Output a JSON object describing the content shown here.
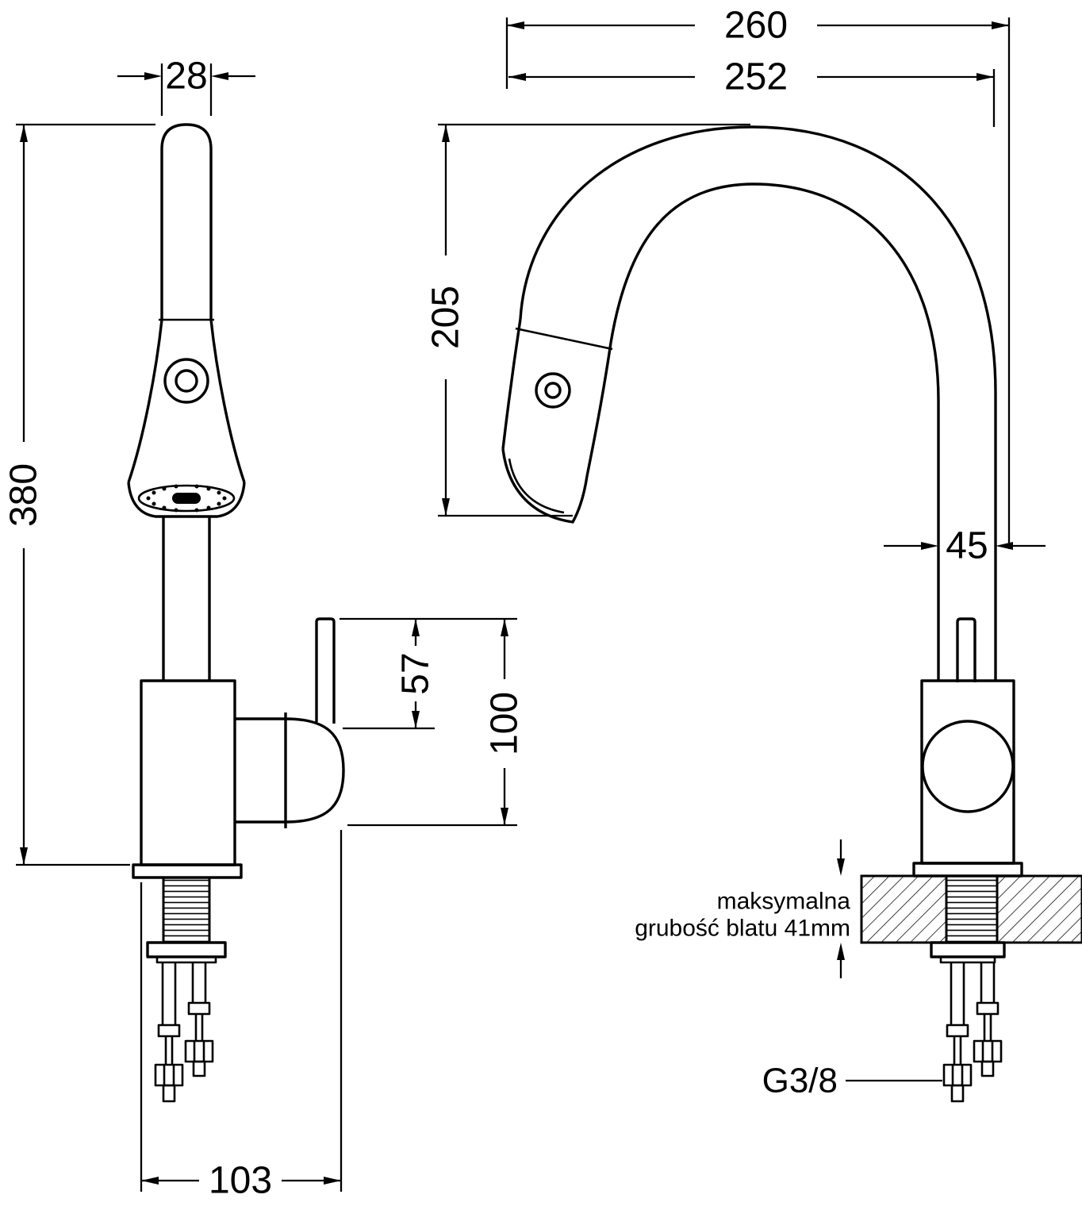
{
  "drawing": {
    "front_view": {
      "dim_width_spout": "28",
      "dim_height_total": "380",
      "dim_handle_upper": "57",
      "dim_handle_total": "100",
      "dim_depth_base": "103"
    },
    "side_view": {
      "dim_depth_total": "260",
      "dim_depth_spout": "252",
      "dim_height_spout": "205",
      "dim_pipe": "45",
      "note_line1": "maksymalna",
      "note_line2": "grubość blatu 41mm",
      "thread_label": "G3/8"
    },
    "colors": {
      "line": "#000000",
      "background": "#ffffff"
    }
  }
}
